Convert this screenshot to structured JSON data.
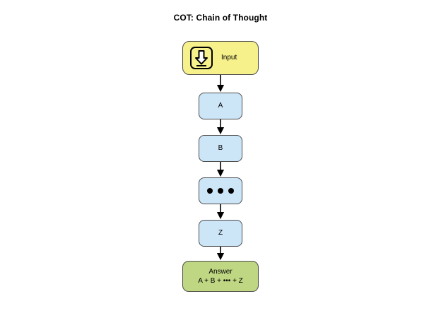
{
  "diagram": {
    "title": "COT: Chain of Thought",
    "background_color": "#ffffff",
    "nodes": [
      {
        "id": "input",
        "label": "Input",
        "icon": "import-arrow-icon",
        "fill_color": "#f7f18c",
        "border_color": "#4d4d4d",
        "shape": "rounded-rectangle"
      },
      {
        "id": "step-a",
        "label": "A",
        "fill_color": "#cce5f7",
        "border_color": "#4d4d4d",
        "shape": "rounded-rectangle"
      },
      {
        "id": "step-b",
        "label": "B",
        "fill_color": "#cce5f7",
        "border_color": "#4d4d4d",
        "shape": "rounded-rectangle"
      },
      {
        "id": "step-ellipsis",
        "label": "•••",
        "fill_color": "#cce5f7",
        "border_color": "#4d4d4d",
        "shape": "rounded-rectangle"
      },
      {
        "id": "step-z",
        "label": "Z",
        "fill_color": "#cce5f7",
        "border_color": "#4d4d4d",
        "shape": "rounded-rectangle"
      },
      {
        "id": "answer",
        "label_line_1": "Answer",
        "label_line_2": "A + B + ••• + Z",
        "fill_color": "#bfd783",
        "border_color": "#4d4d4d",
        "shape": "rounded-rectangle"
      }
    ],
    "edges": [
      {
        "from": "input",
        "to": "step-a",
        "style": "arrow"
      },
      {
        "from": "step-a",
        "to": "step-b",
        "style": "arrow"
      },
      {
        "from": "step-b",
        "to": "step-ellipsis",
        "style": "arrow"
      },
      {
        "from": "step-ellipsis",
        "to": "step-z",
        "style": "arrow"
      },
      {
        "from": "step-z",
        "to": "answer",
        "style": "arrow"
      }
    ],
    "edge_color": "#000000"
  }
}
